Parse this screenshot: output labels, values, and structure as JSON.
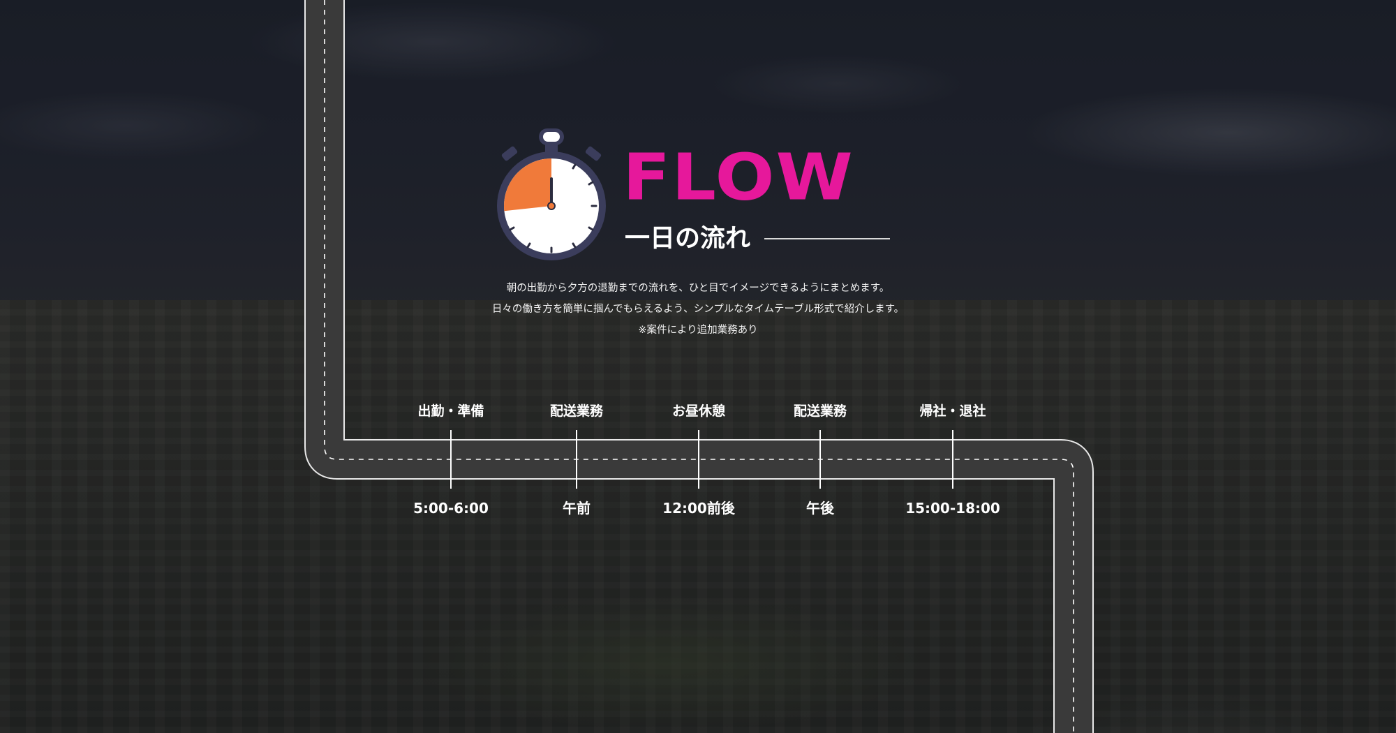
{
  "header": {
    "title": "FLOW",
    "subtitle": "一日の流れ"
  },
  "intro": {
    "lines": [
      "朝の出勤から夕方の退勤までの流れを、ひと目でイメージできるようにまとめます。",
      "日々の働き方を簡単に掴んでもらえるよう、シンプルなタイムテーブル形式で紹介します。",
      "※案件により追加業務あり"
    ]
  },
  "timeline": {
    "steps": [
      {
        "label": "出勤・準備",
        "time": "5:00-6:00"
      },
      {
        "label": "配送業務",
        "time": "午前"
      },
      {
        "label": "お昼休憩",
        "time": "12:00前後"
      },
      {
        "label": "配送業務",
        "time": "午後"
      },
      {
        "label": "帰社・退社",
        "time": "15:00-18:00"
      }
    ]
  },
  "icons": {
    "stopwatch": "stopwatch-icon"
  },
  "colors": {
    "accent": "#e6189b",
    "stopwatch_wedge": "#f07a3a",
    "stopwatch_frame": "#3b3d5c",
    "road": "#3a3a3a"
  }
}
